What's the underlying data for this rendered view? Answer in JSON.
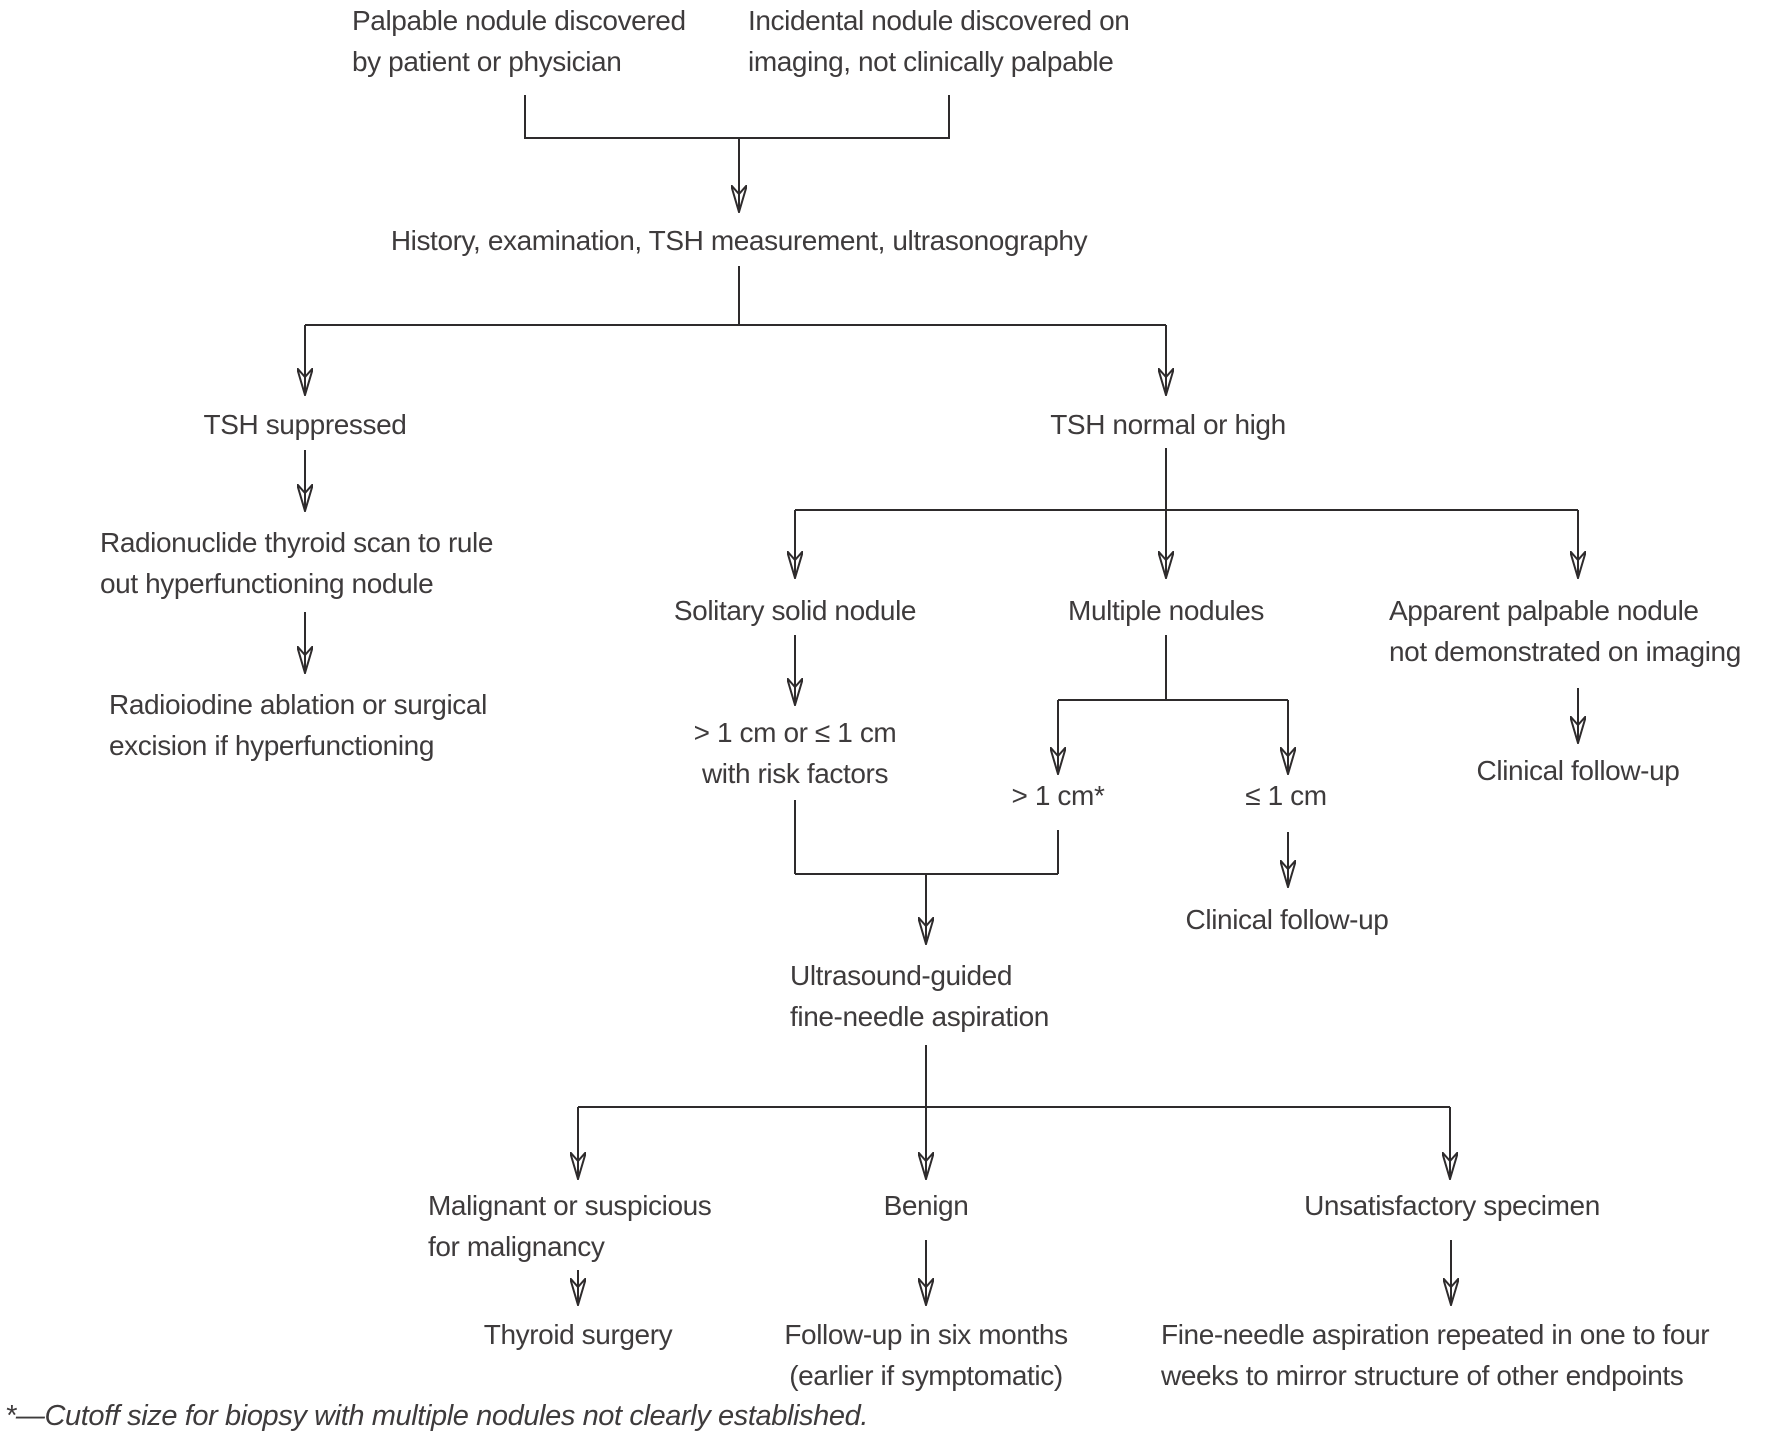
{
  "figure": {
    "title_semantic": "Algorithm for evaluation of a thyroid nodule",
    "background_color": "#ffffff",
    "line_color": "#2e2b2c",
    "text_color": "#3e3b3c",
    "nodes": {
      "palpable": {
        "lines": [
          "Palpable nodule discovered",
          "by patient or physician"
        ]
      },
      "incidental": {
        "lines": [
          "Incidental nodule discovered on",
          "imaging, not clinically palpable"
        ]
      },
      "history": {
        "lines": [
          "History, examination, TSH measurement, ultrasonography"
        ]
      },
      "tsh_suppressed": {
        "lines": [
          "TSH suppressed"
        ]
      },
      "tsh_normal": {
        "lines": [
          "TSH normal or high"
        ]
      },
      "radionuclide": {
        "lines": [
          "Radionuclide thyroid scan to rule",
          "out hyperfunctioning nodule"
        ]
      },
      "radioiodine": {
        "lines": [
          "Radioiodine ablation or surgical",
          "excision if hyperfunctioning"
        ]
      },
      "solitary": {
        "lines": [
          "Solitary solid nodule"
        ]
      },
      "multiple": {
        "lines": [
          "Multiple nodules"
        ]
      },
      "apparent": {
        "lines": [
          "Apparent palpable nodule",
          "not demonstrated on imaging"
        ]
      },
      "size_solitary": {
        "lines": [
          "> 1 cm or ≤ 1 cm",
          "with risk factors"
        ]
      },
      "gt1cm": {
        "lines": [
          "> 1 cm*"
        ]
      },
      "le1cm": {
        "lines": [
          "≤ 1 cm"
        ]
      },
      "clinical_right": {
        "lines": [
          "Clinical follow-up"
        ]
      },
      "clinical_mid": {
        "lines": [
          "Clinical follow-up"
        ]
      },
      "fna": {
        "lines": [
          "Ultrasound-guided",
          "fine-needle aspiration"
        ]
      },
      "malignant": {
        "lines": [
          "Malignant or suspicious",
          "for malignancy"
        ]
      },
      "benign": {
        "lines": [
          "Benign"
        ]
      },
      "unsatisfactory": {
        "lines": [
          "Unsatisfactory specimen"
        ]
      },
      "surgery": {
        "lines": [
          "Thyroid surgery"
        ]
      },
      "followup": {
        "lines": [
          "Follow-up in six months",
          "(earlier if symptomatic)"
        ]
      },
      "fna_repeat": {
        "lines": [
          "Fine-needle aspiration repeated in one to four",
          "weeks to mirror structure of other endpoints"
        ]
      }
    },
    "footnote": "*—Cutoff size for biopsy with multiple nodules not clearly established."
  }
}
